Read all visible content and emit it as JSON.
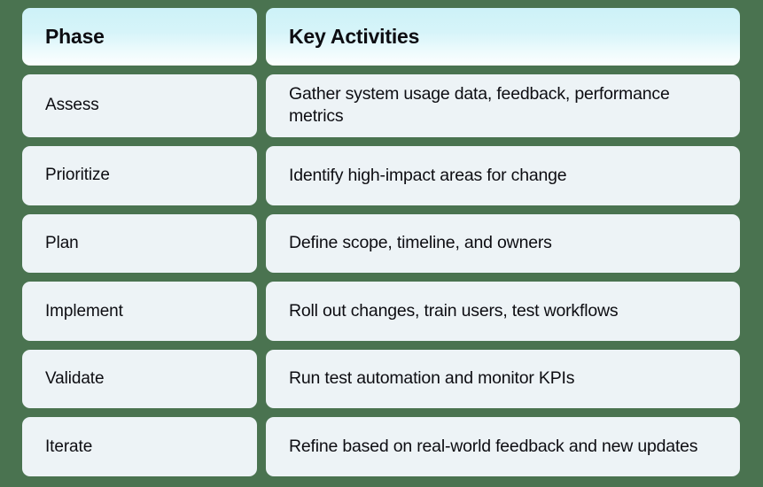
{
  "theme": {
    "page_background": "#4a7350",
    "cell_background": "#edf3f6",
    "header_gradient_top": "#cdf2f8",
    "header_gradient_bottom": "#fdfefe",
    "text_color": "#0d0d12"
  },
  "table": {
    "columns": [
      {
        "key": "phase",
        "header": "Phase"
      },
      {
        "key": "activity",
        "header": "Key Activities"
      }
    ],
    "rows": [
      {
        "phase": "Assess",
        "activity": "Gather system usage data, feedback, performance metrics"
      },
      {
        "phase": "Prioritize",
        "activity": "Identify high-impact areas for change"
      },
      {
        "phase": "Plan",
        "activity": "Define scope, timeline, and owners"
      },
      {
        "phase": "Implement",
        "activity": "Roll out changes, train users, test workflows"
      },
      {
        "phase": "Validate",
        "activity": "Run test automation and monitor KPIs"
      },
      {
        "phase": "Iterate",
        "activity": "Refine based on real-world feedback and new updates"
      }
    ]
  }
}
